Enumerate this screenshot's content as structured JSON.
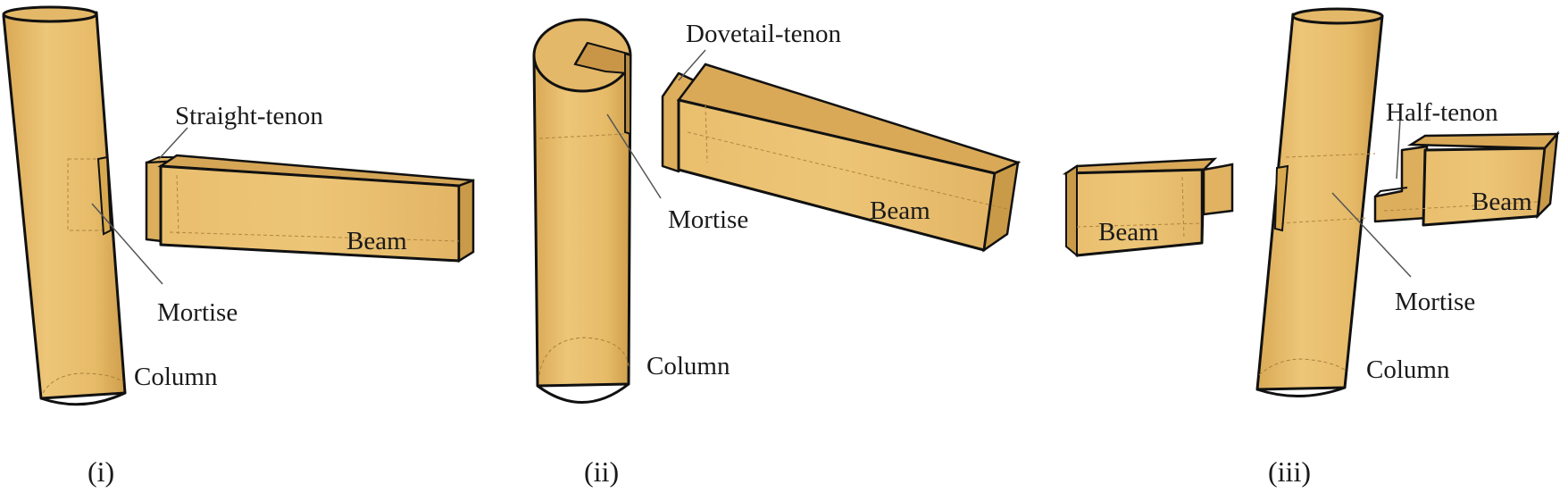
{
  "colors": {
    "wood_light": "#E8BC6A",
    "wood_mid": "#DDB060",
    "wood_dark": "#C99A48",
    "outline": "#111111",
    "leader": "#555555",
    "text": "#1a1a1a"
  },
  "panels": [
    {
      "caption": "(i)",
      "labels": {
        "tenon": "Straight-tenon",
        "mortise": "Mortise",
        "beam": "Beam",
        "column": "Column"
      }
    },
    {
      "caption": "(ii)",
      "labels": {
        "tenon": "Dovetail-tenon",
        "mortise": "Mortise",
        "beam": "Beam",
        "column": "Column"
      }
    },
    {
      "caption": "(iii)",
      "labels": {
        "tenon": "Half-tenon",
        "mortise": "Mortise",
        "beam_left": "Beam",
        "beam_right": "Beam",
        "column": "Column"
      }
    }
  ]
}
